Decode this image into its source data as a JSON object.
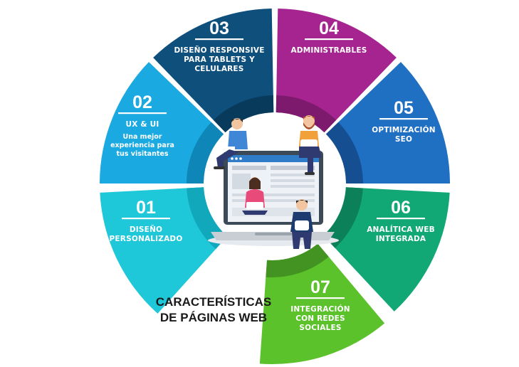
{
  "diagram": {
    "title_lines": [
      "CARACTERÍSTICAS",
      "DE PÁGINAS WEB"
    ],
    "segments": [
      {
        "number": "01",
        "lines": [
          "DISEÑO",
          "PERSONALIZADO"
        ],
        "sub": [],
        "color": "#1ec8d9",
        "dark": "#12a8bb"
      },
      {
        "number": "02",
        "lines": [
          "UX & UI"
        ],
        "sub": [
          "Una mejor",
          "experiencia para",
          "tus visitantes"
        ],
        "color": "#1aa9e0",
        "dark": "#0f86b8"
      },
      {
        "number": "03",
        "lines": [
          "DISEÑO RESPONSIVE",
          "PARA TABLETS Y",
          "CELULARES"
        ],
        "sub": [],
        "color": "#0e4f7c",
        "dark": "#083a5c"
      },
      {
        "number": "04",
        "lines": [
          "ADMINISTRABLES"
        ],
        "sub": [],
        "color": "#a5248f",
        "dark": "#7e1a6d"
      },
      {
        "number": "05",
        "lines": [
          "OPTIMIZACIÓN",
          "SEO"
        ],
        "sub": [],
        "color": "#1f6fc2",
        "dark": "#154f92"
      },
      {
        "number": "06",
        "lines": [
          "ANALÍTICA WEB",
          "INTEGRADA"
        ],
        "sub": [],
        "color": "#12a876",
        "dark": "#0c8059"
      },
      {
        "number": "07",
        "lines": [
          "INTEGRACIÓN",
          "CON REDES",
          "SOCIALES"
        ],
        "sub": [],
        "color": "#5cc22b",
        "dark": "#429321"
      }
    ]
  }
}
